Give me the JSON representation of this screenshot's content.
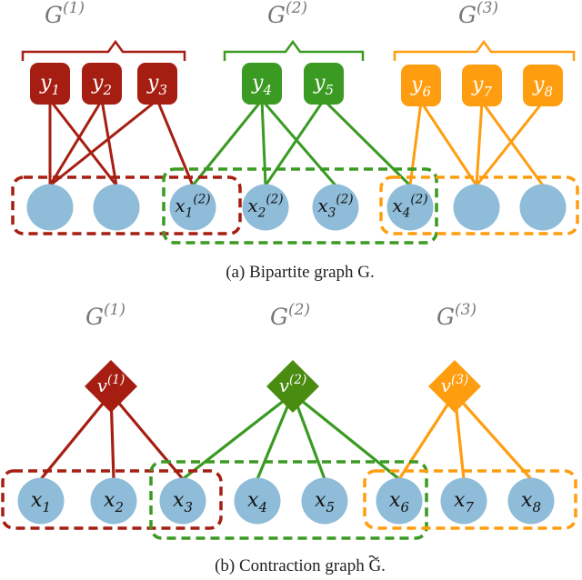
{
  "colors": {
    "red": "#a61e12",
    "green": "#3a9a22",
    "green_dark": "#4a8c10",
    "orange": "#ff9d10",
    "node": "#8fbcd8",
    "group_label": "#777777"
  },
  "top": {
    "groups": [
      {
        "base": "G",
        "sup": "(1)"
      },
      {
        "base": "G",
        "sup": "(2)"
      },
      {
        "base": "G",
        "sup": "(3)"
      }
    ],
    "y_nodes": [
      {
        "base": "y",
        "sub": "1",
        "group": 0
      },
      {
        "base": "y",
        "sub": "2",
        "group": 0
      },
      {
        "base": "y",
        "sub": "3",
        "group": 0
      },
      {
        "base": "y",
        "sub": "4",
        "group": 1
      },
      {
        "base": "y",
        "sub": "5",
        "group": 1
      },
      {
        "base": "y",
        "sub": "6",
        "group": 2
      },
      {
        "base": "y",
        "sub": "7",
        "group": 2
      },
      {
        "base": "y",
        "sub": "8",
        "group": 2
      }
    ],
    "x_nodes": [
      {
        "base": "",
        "sub": "",
        "sup": ""
      },
      {
        "base": "",
        "sub": "",
        "sup": ""
      },
      {
        "base": "x",
        "sub": "1",
        "sup": "(2)"
      },
      {
        "base": "x",
        "sub": "2",
        "sup": "(2)"
      },
      {
        "base": "x",
        "sub": "3",
        "sup": "(2)"
      },
      {
        "base": "x",
        "sub": "4",
        "sup": "(2)"
      },
      {
        "base": "",
        "sub": "",
        "sup": ""
      },
      {
        "base": "",
        "sub": "",
        "sup": ""
      }
    ],
    "edges": [
      {
        "y": 0,
        "x": 0,
        "group": 0
      },
      {
        "y": 0,
        "x": 1,
        "group": 0
      },
      {
        "y": 1,
        "x": 0,
        "group": 0
      },
      {
        "y": 1,
        "x": 1,
        "group": 0
      },
      {
        "y": 2,
        "x": 0,
        "group": 0
      },
      {
        "y": 2,
        "x": 2,
        "group": 0
      },
      {
        "y": 3,
        "x": 2,
        "group": 1
      },
      {
        "y": 3,
        "x": 3,
        "group": 1
      },
      {
        "y": 3,
        "x": 4,
        "group": 1
      },
      {
        "y": 4,
        "x": 3,
        "group": 1
      },
      {
        "y": 4,
        "x": 5,
        "group": 1
      },
      {
        "y": 5,
        "x": 5,
        "group": 2
      },
      {
        "y": 5,
        "x": 6,
        "group": 2
      },
      {
        "y": 6,
        "x": 6,
        "group": 2
      },
      {
        "y": 6,
        "x": 7,
        "group": 2
      },
      {
        "y": 7,
        "x": 6,
        "group": 2
      }
    ],
    "caption": "(a) Bipartite graph G."
  },
  "bottom": {
    "groups": [
      {
        "base": "G",
        "sup": "(1)"
      },
      {
        "base": "G",
        "sup": "(2)"
      },
      {
        "base": "G",
        "sup": "(3)"
      }
    ],
    "v_nodes": [
      {
        "base": "v",
        "sup": "(1)",
        "group": 0
      },
      {
        "base": "v",
        "sup": "(2)",
        "group": 1
      },
      {
        "base": "v",
        "sup": "(3)",
        "group": 2
      }
    ],
    "x_nodes": [
      {
        "base": "x",
        "sub": "1"
      },
      {
        "base": "x",
        "sub": "2"
      },
      {
        "base": "x",
        "sub": "3"
      },
      {
        "base": "x",
        "sub": "4"
      },
      {
        "base": "x",
        "sub": "5"
      },
      {
        "base": "x",
        "sub": "6"
      },
      {
        "base": "x",
        "sub": "7"
      },
      {
        "base": "x",
        "sub": "8"
      }
    ],
    "edges": [
      {
        "v": 0,
        "x": 0,
        "group": 0
      },
      {
        "v": 0,
        "x": 1,
        "group": 0
      },
      {
        "v": 0,
        "x": 2,
        "group": 0
      },
      {
        "v": 1,
        "x": 2,
        "group": 1
      },
      {
        "v": 1,
        "x": 3,
        "group": 1
      },
      {
        "v": 1,
        "x": 4,
        "group": 1
      },
      {
        "v": 1,
        "x": 5,
        "group": 1
      },
      {
        "v": 2,
        "x": 5,
        "group": 2
      },
      {
        "v": 2,
        "x": 6,
        "group": 2
      },
      {
        "v": 2,
        "x": 7,
        "group": 2
      }
    ],
    "caption": "(b) Contraction graph G."
  }
}
